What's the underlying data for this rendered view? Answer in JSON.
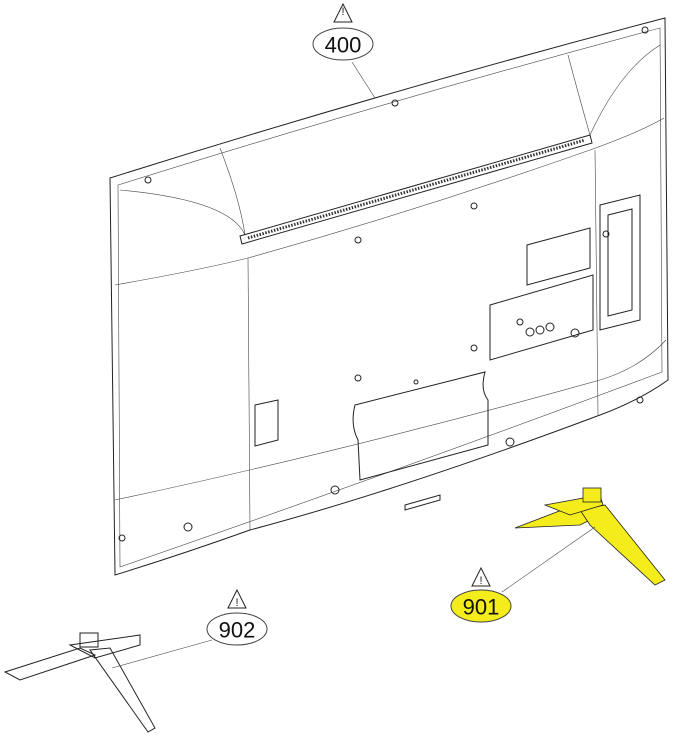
{
  "title": "TV rear exploded view",
  "callouts": [
    {
      "id": "tv-back-cover",
      "label": "400",
      "warning": true,
      "highlighted": false
    },
    {
      "id": "stand-left",
      "label": "902",
      "warning": true,
      "highlighted": false
    },
    {
      "id": "stand-right",
      "label": "901",
      "warning": true,
      "highlighted": true
    }
  ],
  "colors": {
    "highlight": "#f5ec1c",
    "line": "#222222"
  }
}
